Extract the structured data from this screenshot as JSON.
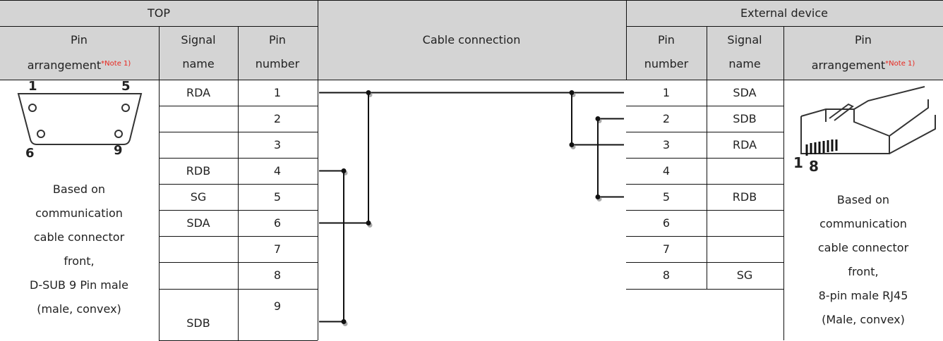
{
  "top": {
    "title": "TOP",
    "col_pin_arrangement": [
      "Pin",
      "arrangement"
    ],
    "col_signal": [
      "Signal",
      "name"
    ],
    "col_pin_number": [
      "Pin",
      "number"
    ],
    "note": "*Note 1)",
    "rows": [
      {
        "signal": "RDA",
        "pin": "1"
      },
      {
        "signal": "",
        "pin": "2"
      },
      {
        "signal": "",
        "pin": "3"
      },
      {
        "signal": "RDB",
        "pin": "4"
      },
      {
        "signal": "SG",
        "pin": "5"
      },
      {
        "signal": "SDA",
        "pin": "6"
      },
      {
        "signal": "",
        "pin": "7"
      },
      {
        "signal": "",
        "pin": "8"
      },
      {
        "signal": "SDB",
        "pin": "9"
      }
    ],
    "connector": {
      "pin_labels": [
        "1",
        "5",
        "6",
        "9"
      ],
      "description": [
        "Based on",
        "communication",
        "cable connector",
        "front,",
        "D-SUB 9 Pin male",
        "(male, convex)"
      ]
    }
  },
  "cable": {
    "title": "Cable connection"
  },
  "external": {
    "title": "External device",
    "col_pin_number": [
      "Pin",
      "number"
    ],
    "col_signal": [
      "Signal",
      "name"
    ],
    "col_pin_arrangement": [
      "Pin",
      "arrangement"
    ],
    "note": "*Note 1)",
    "rows": [
      {
        "pin": "1",
        "signal": "SDA"
      },
      {
        "pin": "2",
        "signal": "SDB"
      },
      {
        "pin": "3",
        "signal": "RDA"
      },
      {
        "pin": "4",
        "signal": ""
      },
      {
        "pin": "5",
        "signal": "RDB"
      },
      {
        "pin": "6",
        "signal": ""
      },
      {
        "pin": "7",
        "signal": ""
      },
      {
        "pin": "8",
        "signal": "SG"
      }
    ],
    "connector": {
      "pin_labels": [
        "1",
        "8"
      ],
      "description": [
        "Based on",
        "communication",
        "cable connector",
        "front,",
        "8-pin male RJ45",
        "(Male, convex)"
      ]
    }
  }
}
